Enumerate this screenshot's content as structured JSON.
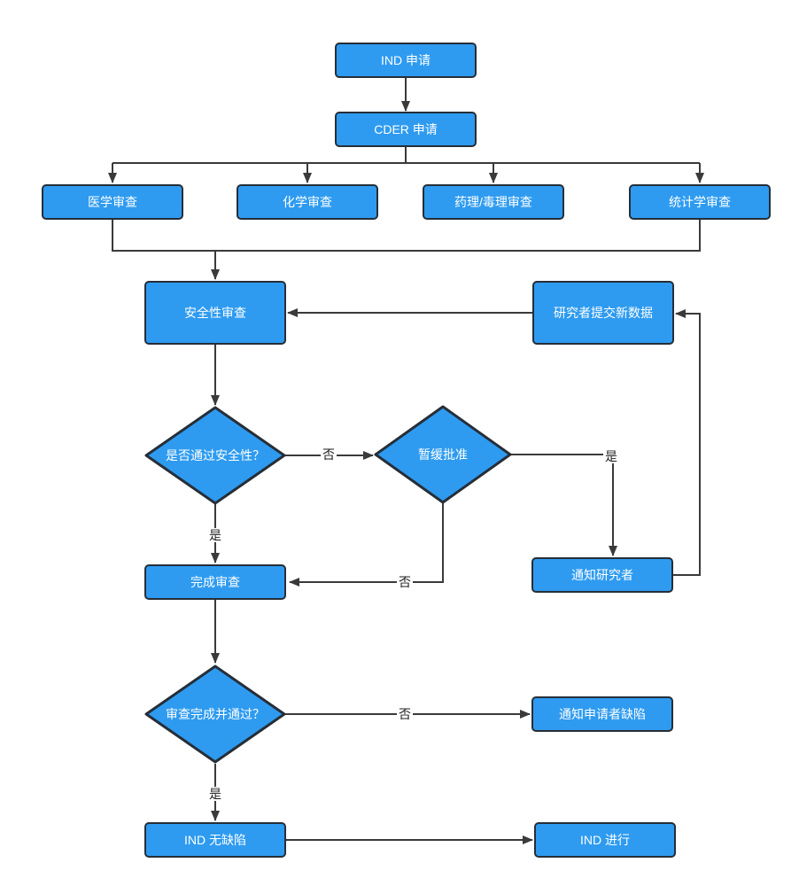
{
  "nodes": {
    "ind_application": {
      "label": "IND 申请"
    },
    "cder_application": {
      "label": "CDER 申请"
    },
    "medical_review": {
      "label": "医学审查"
    },
    "chemistry_review": {
      "label": "化学审查"
    },
    "pharm_tox_review": {
      "label": "药理/毒理审查"
    },
    "statistics_review": {
      "label": "统计学审查"
    },
    "safety_review": {
      "label": "安全性审查"
    },
    "submit_new_data": {
      "label": "研究者提交新数据"
    },
    "safety_pass_decision": {
      "label": "是否通过安全性？"
    },
    "hold_approval_decision": {
      "label": "暂缓批准"
    },
    "notify_researcher": {
      "label": "通知研究者"
    },
    "complete_review": {
      "label": "完成审查"
    },
    "review_passed_decision": {
      "label": "审查完成并通过？"
    },
    "notify_applicant_defects": {
      "label": "通知申请者缺陷"
    },
    "ind_no_defects": {
      "label": "IND 无缺陷"
    },
    "ind_proceed": {
      "label": "IND 进行"
    }
  },
  "edge_labels": {
    "safety_no": "否",
    "hold_yes": "是",
    "safety_yes": "是",
    "hold_no": "否",
    "review_no": "否",
    "review_yes": "是"
  },
  "colors": {
    "node_fill": "#2E9BF0",
    "node_border": "#262E38",
    "line": "#3A3A3A",
    "node_text": "#FFFFFF",
    "label_text": "#1F1F1F",
    "background": "#FFFFFF"
  }
}
